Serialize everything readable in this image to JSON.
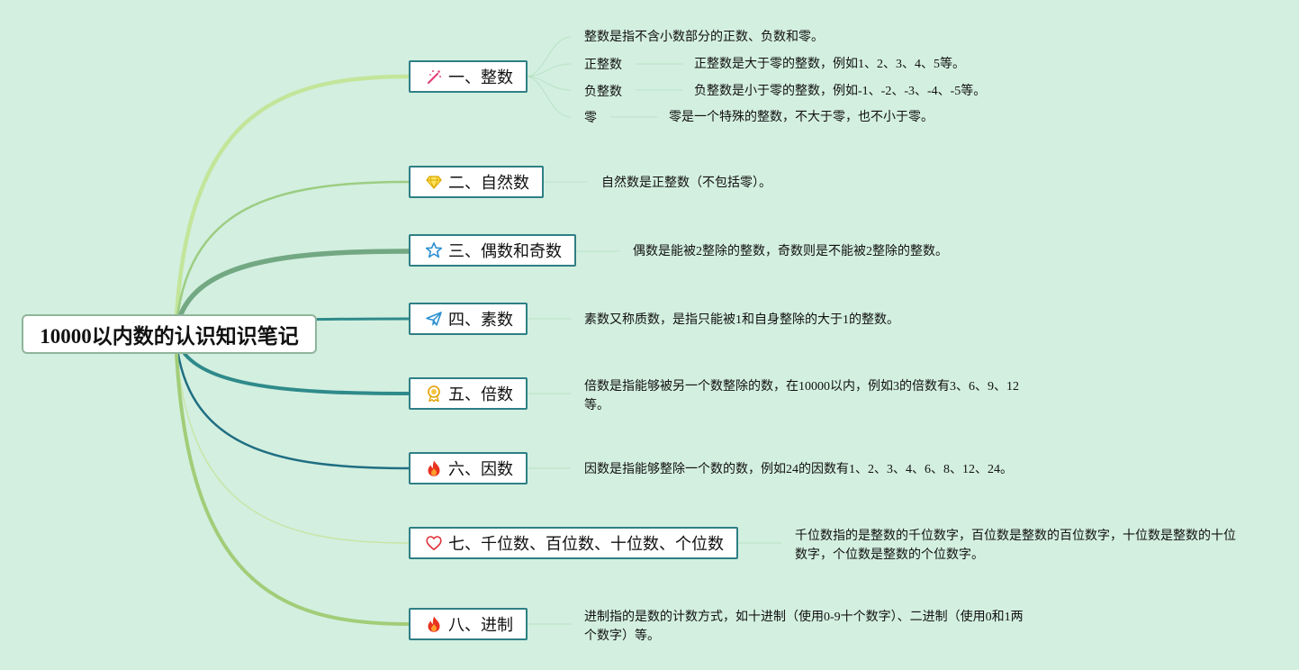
{
  "root": {
    "title": "10000以内数的认识知识笔记"
  },
  "branches": [
    {
      "id": "b1",
      "label": "一、整数",
      "icon": "magic-wand-icon",
      "note": "整数是指不含小数部分的正数、负数和零。",
      "children": [
        {
          "label": "正整数",
          "note": "正整数是大于零的整数，例如1、2、3、4、5等。"
        },
        {
          "label": "负整数",
          "note": "负整数是小于零的整数，例如-1、-2、-3、-4、-5等。"
        },
        {
          "label": "零",
          "note": "零是一个特殊的整数，不大于零，也不小于零。"
        }
      ]
    },
    {
      "id": "b2",
      "label": "二、自然数",
      "icon": "diamond-icon",
      "note": "自然数是正整数（不包括零）。"
    },
    {
      "id": "b3",
      "label": "三、偶数和奇数",
      "icon": "star-icon",
      "note": "偶数是能被2整除的整数，奇数则是不能被2整除的整数。"
    },
    {
      "id": "b4",
      "label": "四、素数",
      "icon": "paper-plane-icon",
      "note": "素数又称质数，是指只能被1和自身整除的大于1的整数。"
    },
    {
      "id": "b5",
      "label": "五、倍数",
      "icon": "award-medal-icon",
      "note": "倍数是指能够被另一个数整除的数，在10000以内，例如3的倍数有3、6、9、12等。"
    },
    {
      "id": "b6",
      "label": "六、因数",
      "icon": "fire-icon",
      "note": "因数是指能够整除一个数的数，例如24的因数有1、2、3、4、6、8、12、24。"
    },
    {
      "id": "b7",
      "label": "七、千位数、百位数、十位数、个位数",
      "icon": "heart-icon",
      "note": "千位数指的是整数的千位数字，百位数是整数的百位数字，十位数是整数的十位数字，个位数是整数的个位数字。"
    },
    {
      "id": "b8",
      "label": "八、进制",
      "icon": "fire-icon",
      "note": "进制指的是数的计数方式，如十进制（使用0-9十个数字）、二进制（使用0和1两个数字）等。"
    }
  ],
  "colors": {
    "background": "#d3efe0",
    "root_border": "#8fb59a",
    "topic_border": "#2e7f85",
    "branch_colors": [
      "#c3e59a",
      "#9ccd82",
      "#72a882",
      "#2e8a8a",
      "#2f8a8a",
      "#1f6e82",
      "#c7e6a6",
      "#a2cd78"
    ],
    "leaf_line": "#b9e3c4"
  }
}
